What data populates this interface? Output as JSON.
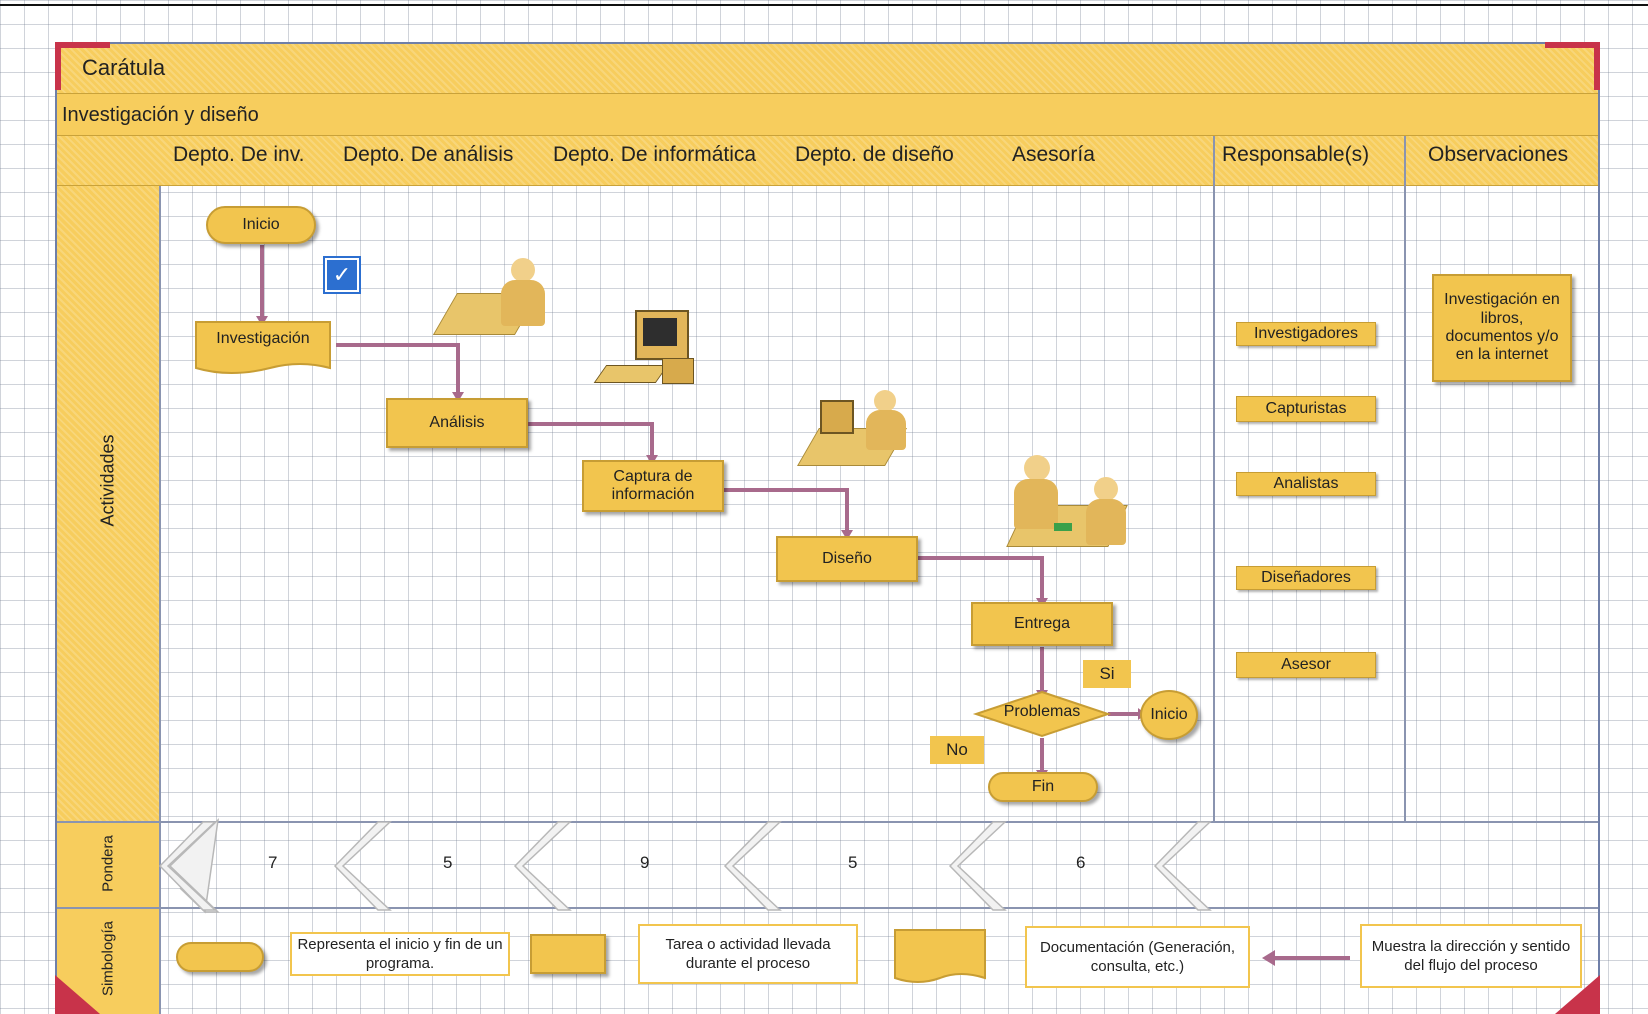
{
  "header": {
    "title": "Carátula",
    "subtitle": "Investigación y diseño"
  },
  "columns": [
    "Depto. De inv.",
    "Depto. De análisis",
    "Depto. De informática",
    "Depto. de diseño",
    "Asesoría",
    "Responsable(s)",
    "Observaciones"
  ],
  "rows": {
    "actividades": "Actividades",
    "pondera": "Pondera",
    "simbologia": "Simbología"
  },
  "flow": {
    "inicio": "Inicio",
    "investigacion": "Investigación",
    "analisis": "Análisis",
    "captura": "Captura de información",
    "diseno": "Diseño",
    "entrega": "Entrega",
    "problemas": "Problemas",
    "inicio2": "Inicio",
    "si": "Si",
    "no": "No",
    "fin": "Fin"
  },
  "responsables": [
    "Investigadores",
    "Capturistas",
    "Analistas",
    "Diseñadores",
    "Asesor"
  ],
  "observaciones": "Investigación en libros, documentos y/o en la internet",
  "pondera": [
    "7",
    "5",
    "9",
    "5",
    "6"
  ],
  "simbologia": {
    "inicio_fin": "Representa el inicio y fin de un programa.",
    "tarea": "Tarea o actividad llevada durante el proceso",
    "documentacion": "Documentación (Generación, consulta, etc.)",
    "direccion": "Muestra la dirección y sentido del flujo del proceso"
  },
  "icons": [
    "checkbox-edit-icon",
    "person-at-desk-icon",
    "computer-icon",
    "person-at-computer-icon",
    "meeting-icon"
  ],
  "colors": {
    "fill": "#f2c54e",
    "band": "#f7cd5d",
    "arrow": "#a86a8c",
    "corner": "#c8334a"
  }
}
